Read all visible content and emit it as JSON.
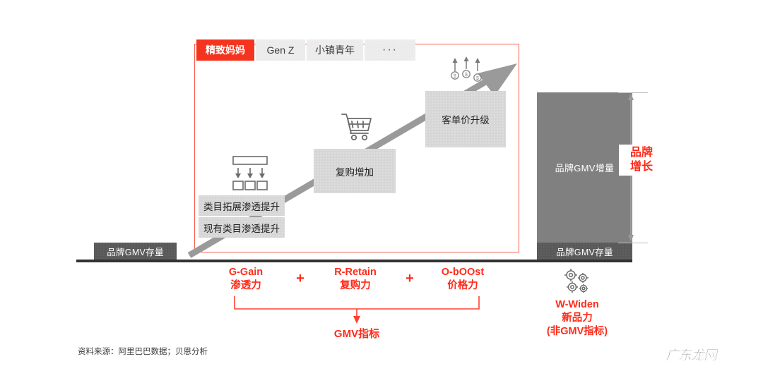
{
  "tabs": [
    {
      "label": "精致妈妈",
      "active": true
    },
    {
      "label": "Gen Z",
      "active": false
    },
    {
      "label": "小镇青年",
      "active": false
    },
    {
      "label": "···",
      "active": false
    }
  ],
  "staircase": {
    "step1_upper": "类目拓展渗透提升",
    "step1_lower": "现有类目渗透提升",
    "step2": "复购增加",
    "step3": "客单价升级"
  },
  "icons": {
    "penetration": "penetration-icon",
    "cart": "shopping-cart-icon",
    "price_up": "price-up-arrows-icon",
    "gears": "gears-icon",
    "diagonal_arrow": "growth-arrow-icon",
    "vertical_arrow": "double-headed-vertical-arrow-icon"
  },
  "bars": {
    "stock_left_label": "品牌GMV存量",
    "stock_right_label": "品牌GMV存量",
    "growth_label": "品牌GMV增量"
  },
  "bracket": {
    "growth_line1": "品牌",
    "growth_line2": "增长"
  },
  "grow_framework": [
    {
      "en": "G-Gain",
      "cn": "渗透力"
    },
    {
      "en": "R-Retain",
      "cn": "复购力"
    },
    {
      "en": "O-bOOst",
      "cn": "价格力"
    }
  ],
  "operators": {
    "plus1": "+",
    "plus2": "+"
  },
  "gmv_metric_label": "GMV指标",
  "widen": {
    "line1": "W-Widen",
    "line2": "新品力",
    "line3": "(非GMV指标)"
  },
  "source_note": "资料来源：阿里巴巴数据；贝恩分析",
  "watermark": "广东龙网",
  "colors": {
    "accent_red": "#ff2a1a",
    "tab_red": "#f4341f",
    "frame_red": "#f4604f",
    "bar_grey": "#808080",
    "stock_grey": "#595959",
    "step_grey": "#d6d6d6",
    "baseline": "#333333"
  }
}
